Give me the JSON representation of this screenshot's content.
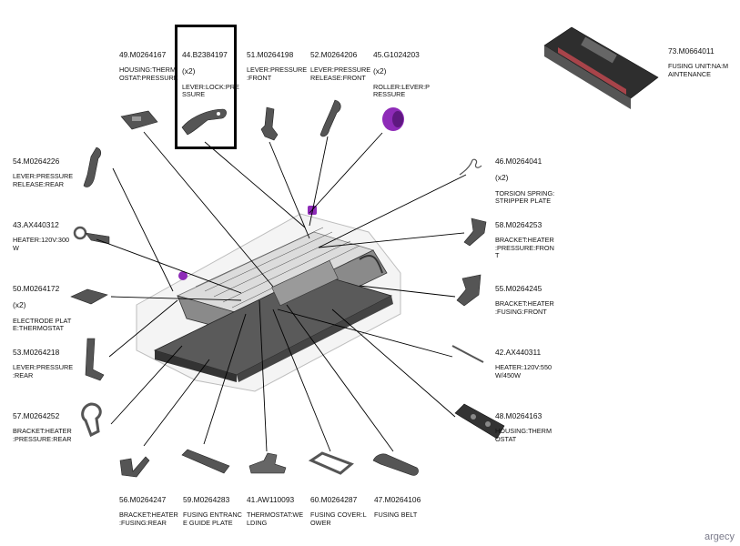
{
  "watermark": "argecy",
  "parts": [
    {
      "id": "p49",
      "part": "49.M0264167",
      "qty": "",
      "desc": "HOUSING:THERM\nOSTAT:PRESSURE"
    },
    {
      "id": "p44",
      "part": "44.B2384197",
      "qty": "(x2)",
      "desc": "LEVER:LOCK:PRE\nSSURE",
      "highlighted": true
    },
    {
      "id": "p51",
      "part": "51.M0264198",
      "qty": "",
      "desc": "LEVER:PRESSURE\n:FRONT"
    },
    {
      "id": "p52",
      "part": "52.M0264206",
      "qty": "",
      "desc": "LEVER:PRESSURE\n RELEASE:FRONT"
    },
    {
      "id": "p45",
      "part": "45.G1024203",
      "qty": "(x2)",
      "desc": "ROLLER:LEVER:P\nRESSURE"
    },
    {
      "id": "p73",
      "part": "73.M0664011",
      "qty": "",
      "desc": "FUSING UNIT:NA:M\nAINTENANCE"
    },
    {
      "id": "p54",
      "part": "54.M0264226",
      "qty": "",
      "desc": "LEVER:PRESSURE\n RELEASE:REAR"
    },
    {
      "id": "p46",
      "part": "46.M0264041",
      "qty": "(x2)",
      "desc": "TORSION SPRING:\nSTRIPPER PLATE"
    },
    {
      "id": "p43",
      "part": "43.AX440312",
      "qty": "",
      "desc": "HEATER:120V:300\nW"
    },
    {
      "id": "p58",
      "part": "58.M0264253",
      "qty": "",
      "desc": "BRACKET:HEATER\n:PRESSURE:FRON\nT"
    },
    {
      "id": "p50",
      "part": "50.M0264172",
      "qty": "(x2)",
      "desc": "ELECTRODE PLAT\nE:THERMOSTAT"
    },
    {
      "id": "p55",
      "part": "55.M0264245",
      "qty": "",
      "desc": "BRACKET:HEATER\n:FUSING:FRONT"
    },
    {
      "id": "p53",
      "part": "53.M0264218",
      "qty": "",
      "desc": "LEVER:PRESSURE\n:REAR"
    },
    {
      "id": "p42",
      "part": "42.AX440311",
      "qty": "",
      "desc": "HEATER:120V:550\nW/450W"
    },
    {
      "id": "p57",
      "part": "57.M0264252",
      "qty": "",
      "desc": "BRACKET:HEATER\n:PRESSURE:REAR"
    },
    {
      "id": "p48",
      "part": "48.M0264163",
      "qty": "",
      "desc": "HOUSING:THERM\nOSTAT"
    },
    {
      "id": "p56",
      "part": "56.M0264247",
      "qty": "",
      "desc": "BRACKET:HEATER\n:FUSING:REAR"
    },
    {
      "id": "p59",
      "part": "59.M0264283",
      "qty": "",
      "desc": "FUSING ENTRANC\nE GUIDE PLATE"
    },
    {
      "id": "p41",
      "part": "41.AW110093",
      "qty": "",
      "desc": "THERMOSTAT:WE\nLDING"
    },
    {
      "id": "p60",
      "part": "60.M0264287",
      "qty": "",
      "desc": "FUSING COVER:L\nOWER"
    },
    {
      "id": "p47",
      "part": "47.M0264106",
      "qty": "",
      "desc": "FUSING BELT"
    }
  ],
  "colors": {
    "roller": "#8e2bb8",
    "line": "#000000",
    "part": "#4a4a4a",
    "ghost": "#c9c9c9"
  }
}
